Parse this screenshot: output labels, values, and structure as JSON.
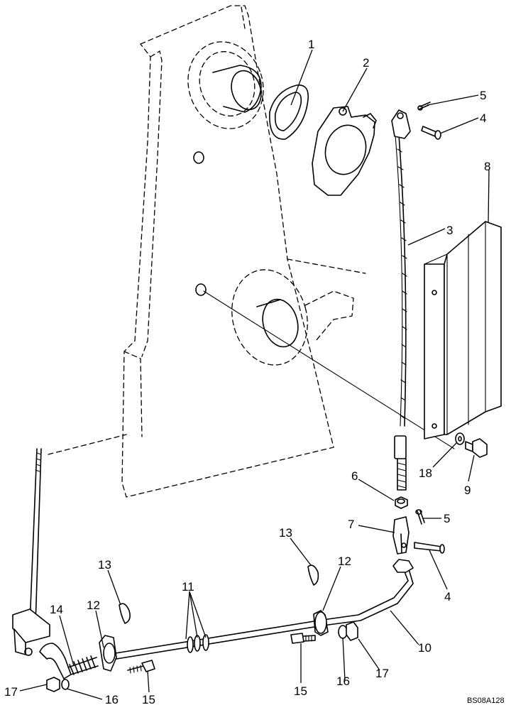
{
  "callouts": [
    "1",
    "2",
    "3",
    "4",
    "5",
    "6",
    "7",
    "8",
    "9",
    "10",
    "11",
    "12",
    "13",
    "14",
    "15",
    "16",
    "17",
    "18"
  ],
  "drawing_code": "BS08A128"
}
